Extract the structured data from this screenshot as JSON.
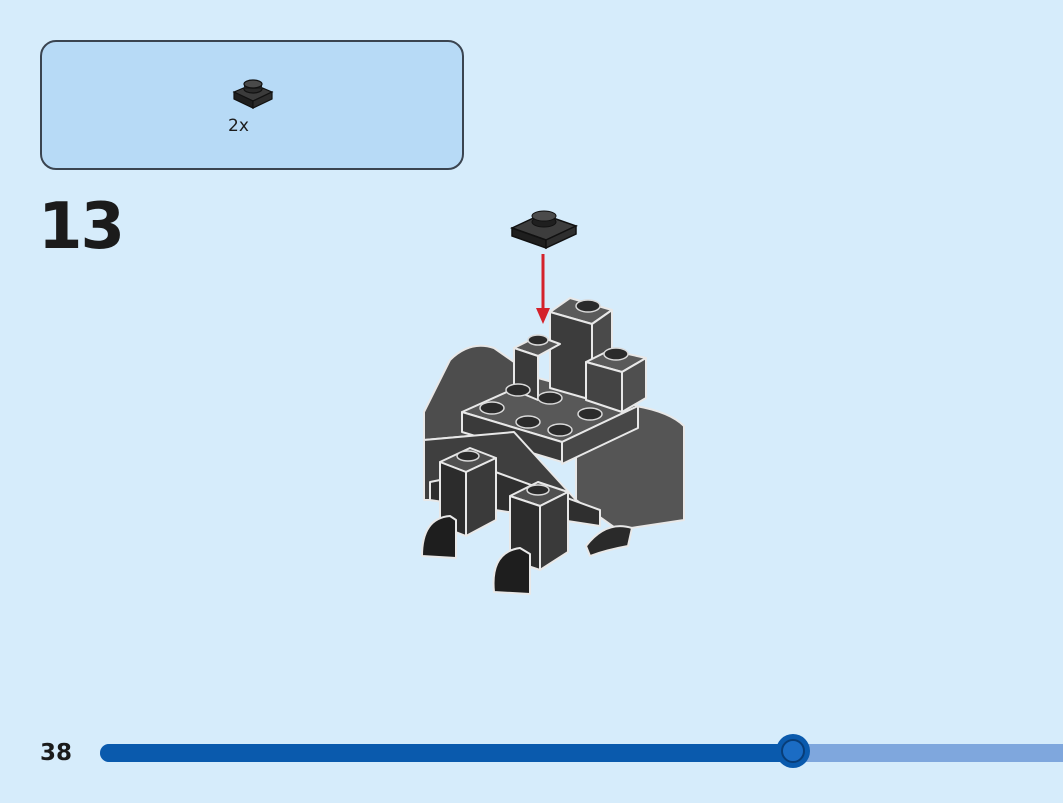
{
  "parts_box": {
    "items": [
      {
        "icon": "black-1x1-round-plate-icon",
        "quantity": "2x"
      }
    ]
  },
  "step": {
    "number": "13"
  },
  "model": {
    "icon": "gorilla-build-model-icon",
    "arrow": "red-placement-arrow-icon"
  },
  "footer": {
    "page_number": "38",
    "progress_fraction": 0.72
  },
  "colors": {
    "background": "#d6ecfb",
    "parts_box": "#b7daf6",
    "progress_fill": "#0a5aad",
    "progress_track": "#7fa7dd",
    "arrow": "#d4222b"
  }
}
